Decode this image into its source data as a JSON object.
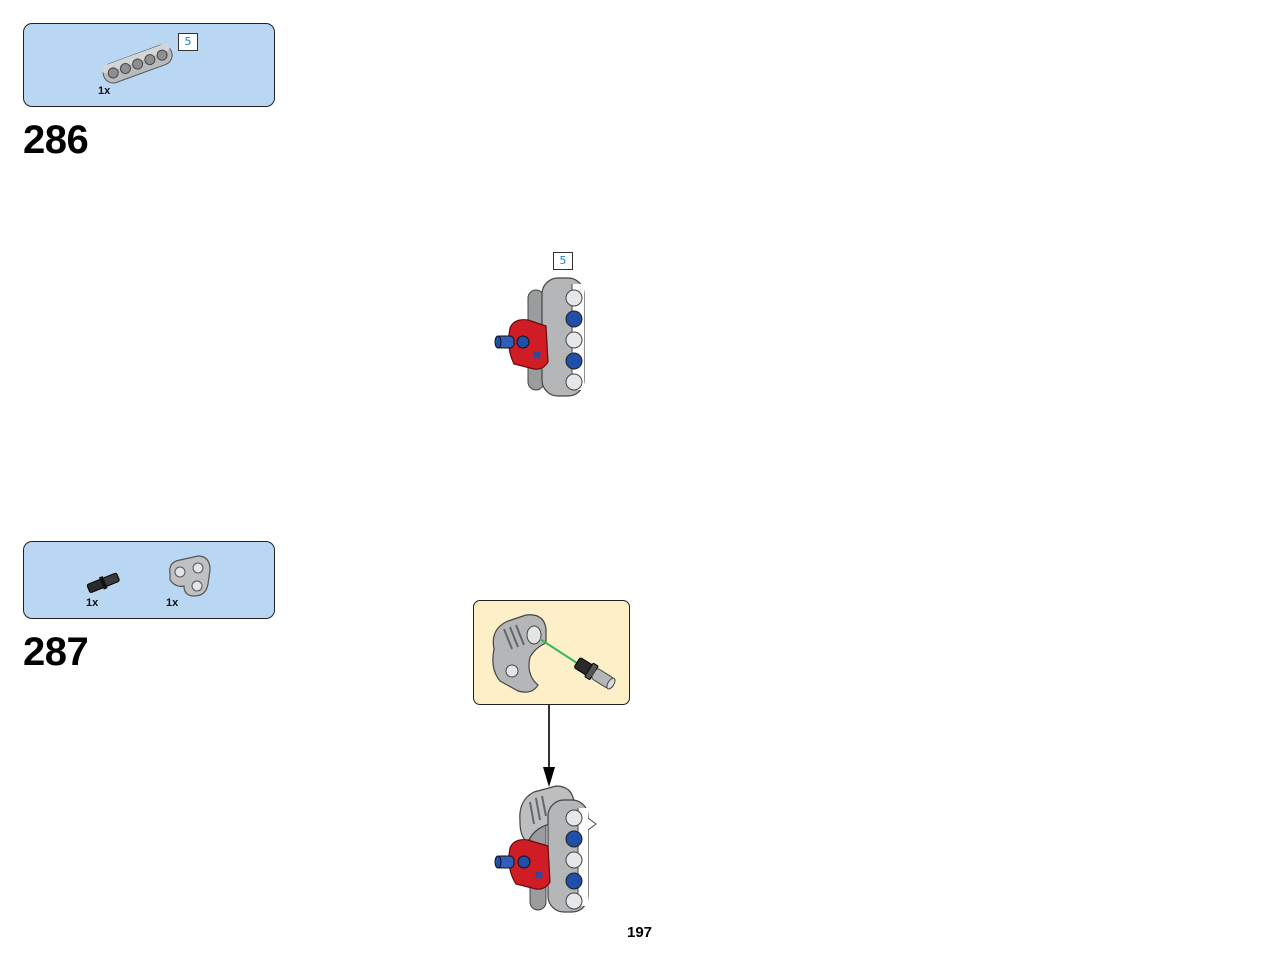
{
  "steps": [
    {
      "number": "286",
      "parts": [
        {
          "qty": "1x",
          "part": "liftarm-5-icon",
          "badge": "5"
        }
      ],
      "model_badge": "5"
    },
    {
      "number": "287",
      "parts": [
        {
          "qty": "1x",
          "part": "axle-pin-icon"
        },
        {
          "qty": "1x",
          "part": "angled-beam-icon"
        }
      ]
    }
  ],
  "page_number": "197",
  "colors": {
    "parts_box_bg": "#b9d7f3",
    "callout_bg": "#fdefc8",
    "brick_gray": "#a8aaac",
    "brick_red": "#d01c24",
    "brick_blue": "#1f4fa8",
    "badge_text": "#1a7fd0"
  }
}
